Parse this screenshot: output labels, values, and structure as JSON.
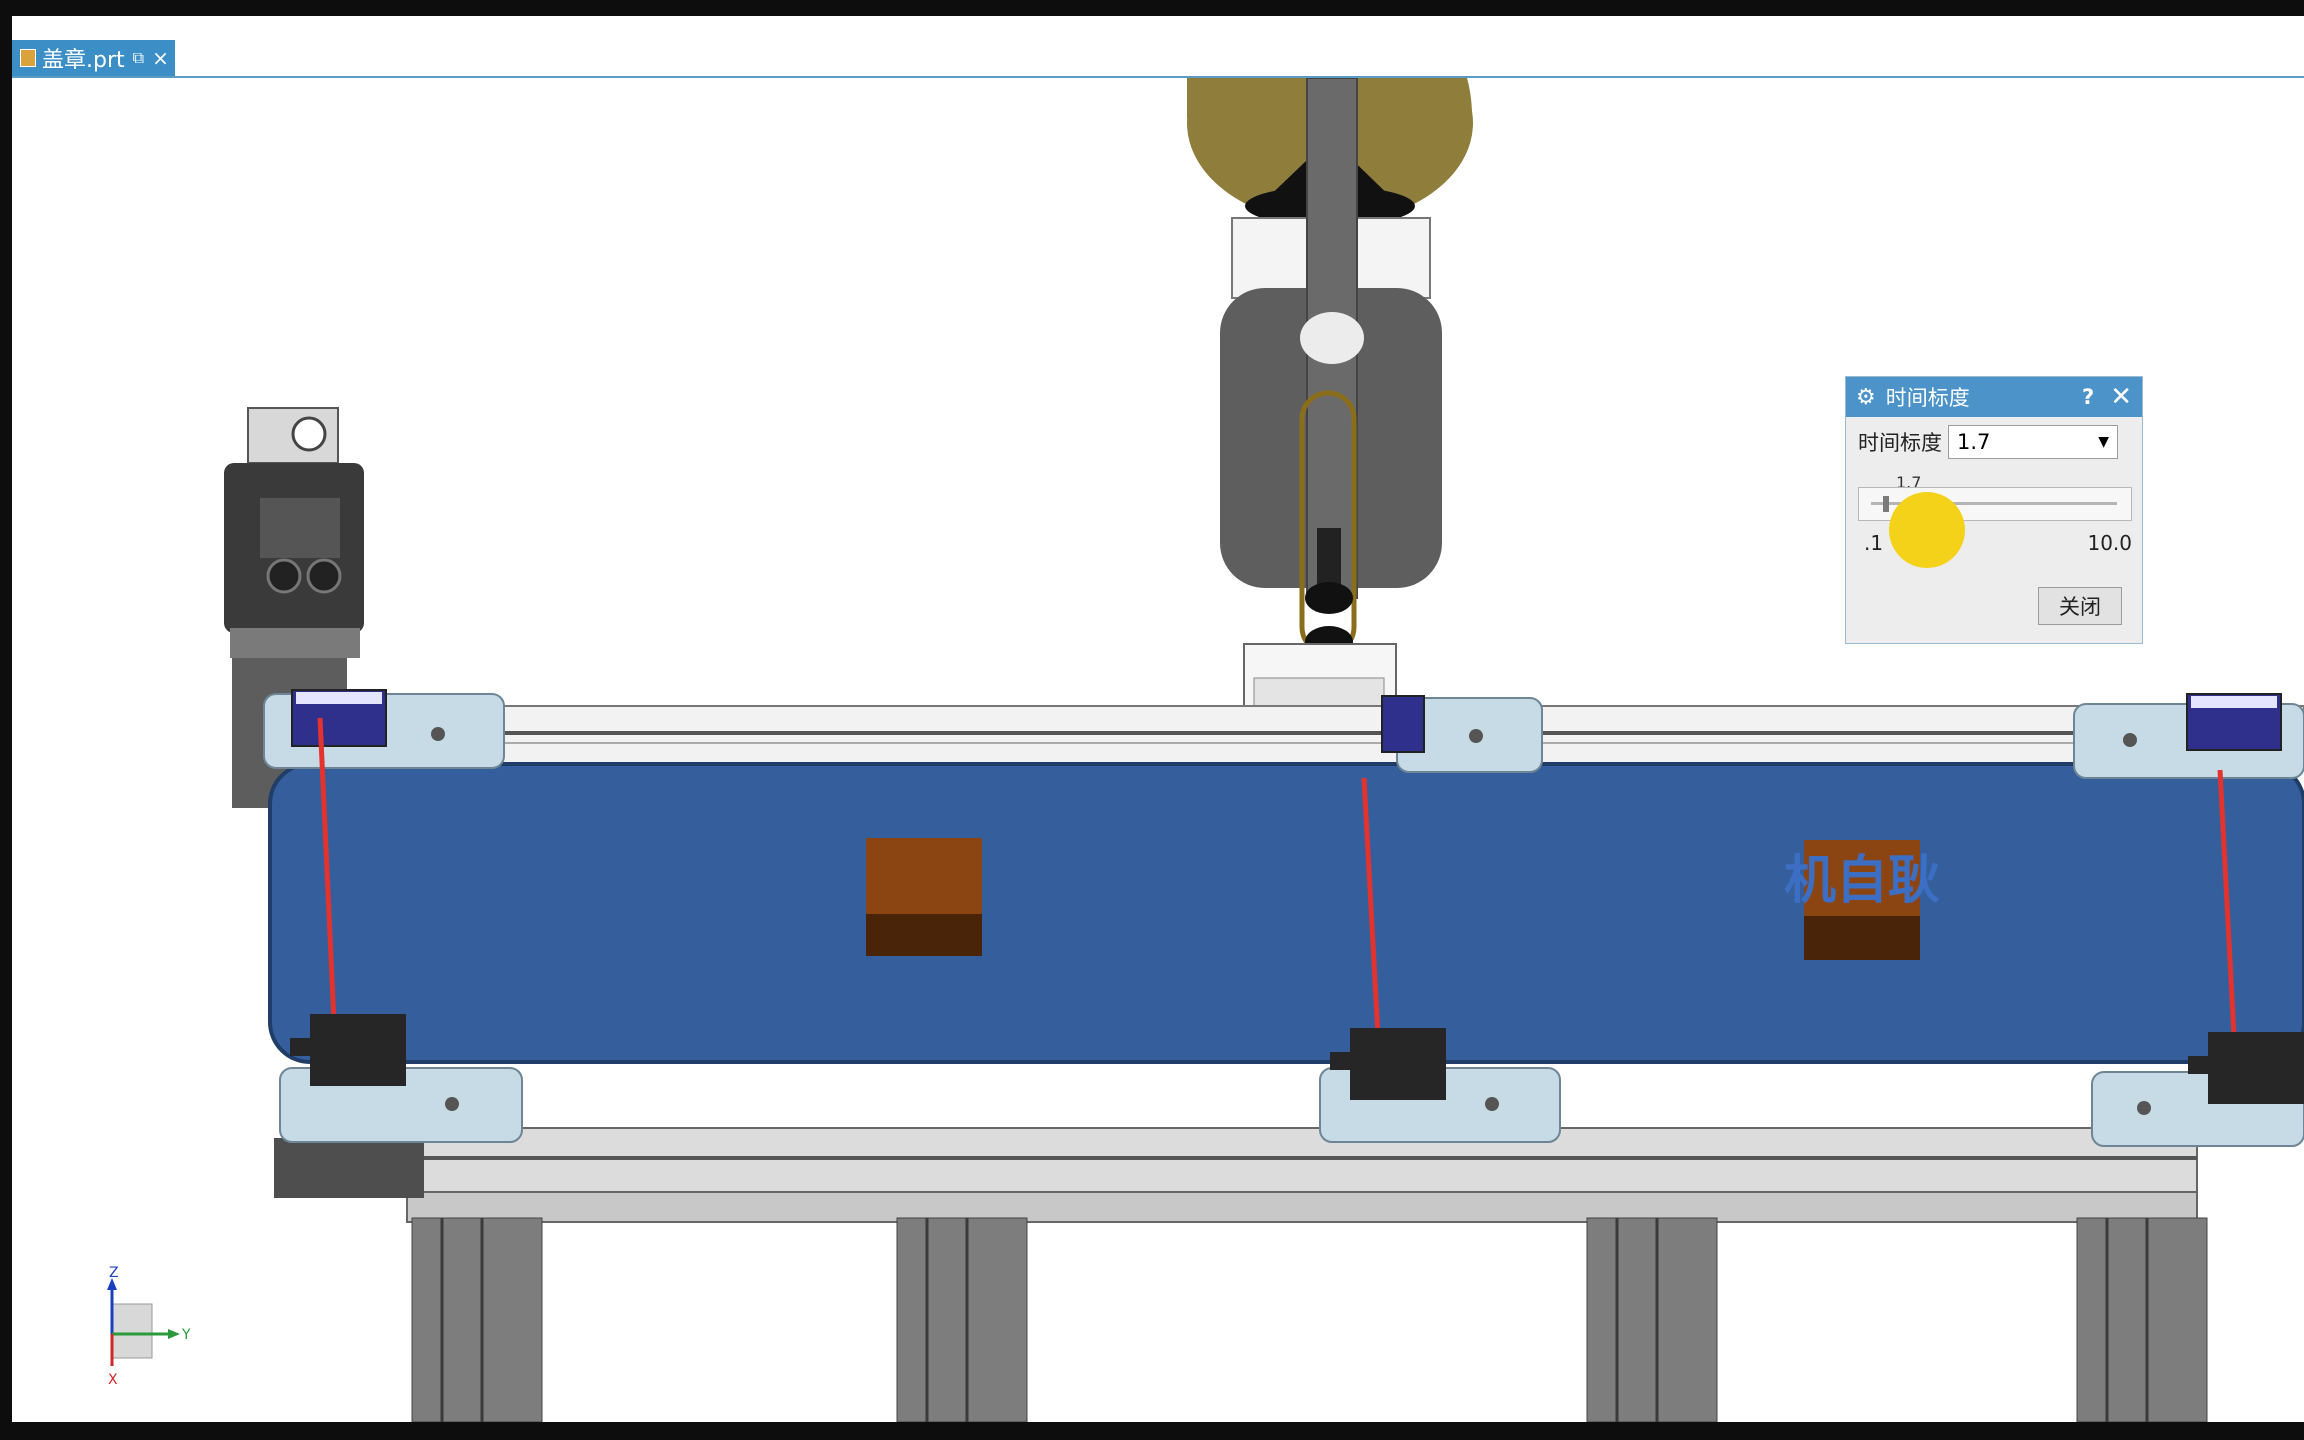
{
  "document_tab": {
    "filename": "盖章.prt",
    "close": "×"
  },
  "stamp_block_text": "机自耿",
  "dialog": {
    "title": "时间标度",
    "help": "?",
    "close": "✕",
    "field_label": "时间标度",
    "field_value": "1.7",
    "slider": {
      "current": "1.7",
      "min": ".1",
      "max": "10.0",
      "value_fraction": 0.16
    },
    "close_button": "关闭"
  },
  "triad": {
    "z": "Z",
    "y": "Y",
    "x": "X"
  },
  "colors": {
    "tab": "#3b8fc6",
    "dialog_header": "#4b93c8",
    "belt": "#345f9c",
    "beam": "#e3332e",
    "cursor_highlight": "#f4d21a"
  }
}
